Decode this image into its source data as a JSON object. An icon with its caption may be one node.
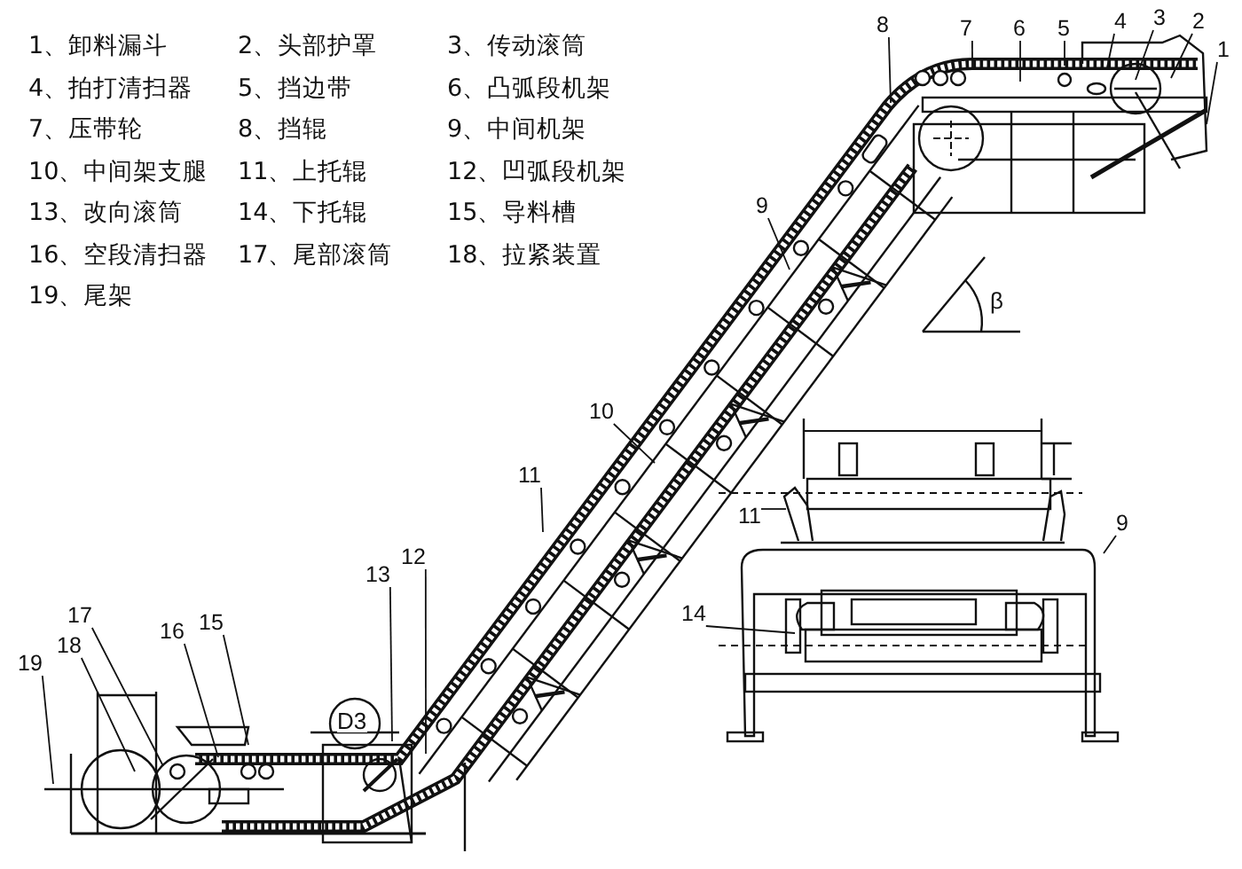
{
  "diagram": {
    "nodes": [
      {
        "text": [
          "8"
        ]
      },
      {
        "text": [
          "7"
        ]
      },
      {
        "text": [
          "6"
        ]
      },
      {
        "text": [
          "5"
        ]
      },
      {
        "text": [
          "4"
        ]
      },
      {
        "text": [
          "3"
        ]
      },
      {
        "text": [
          "2"
        ]
      },
      {
        "text": [
          "1"
        ]
      },
      {
        "text": [
          "9"
        ]
      },
      {
        "text": [
          "10"
        ]
      },
      {
        "text": [
          "11"
        ]
      },
      {
        "text": [
          "11"
        ]
      },
      {
        "text": [
          "9"
        ]
      },
      {
        "text": [
          "12"
        ]
      },
      {
        "text": [
          "13"
        ]
      },
      {
        "text": [
          "14"
        ]
      },
      {
        "text": [
          "17"
        ]
      },
      {
        "text": [
          "15"
        ]
      },
      {
        "text": [
          "16"
        ]
      },
      {
        "text": [
          "18"
        ]
      },
      {
        "text": [
          "19"
        ]
      }
    ],
    "edges": [
      {
        "from": 0,
        "to": null,
        "arrow": "none"
      },
      {
        "from": 1,
        "to": null,
        "arrow": "none"
      },
      {
        "from": 2,
        "to": null,
        "arrow": "none"
      },
      {
        "from": 3,
        "to": null,
        "arrow": "none"
      },
      {
        "from": 4,
        "to": null,
        "arrow": "none"
      },
      {
        "from": 5,
        "to": null,
        "arrow": "none"
      },
      {
        "from": 6,
        "to": null,
        "arrow": "none"
      },
      {
        "from": 7,
        "to": null,
        "arrow": "none"
      },
      {
        "from": 8,
        "to": null,
        "arrow": "none"
      },
      {
        "from": 9,
        "to": null,
        "arrow": "none"
      },
      {
        "from": 10,
        "to": null,
        "arrow": "none"
      },
      {
        "from": 11,
        "to": null,
        "arrow": "none"
      },
      {
        "from": 12,
        "to": null,
        "arrow": "none"
      },
      {
        "from": 13,
        "to": null,
        "arrow": "none"
      },
      {
        "from": 14,
        "to": null,
        "arrow": "none"
      },
      {
        "from": 15,
        "to": null,
        "arrow": "none"
      },
      {
        "from": 16,
        "to": null,
        "arrow": "none"
      },
      {
        "from": 17,
        "to": null,
        "arrow": "none"
      },
      {
        "from": 18,
        "to": null,
        "arrow": "none"
      },
      {
        "from": 19,
        "to": null,
        "arrow": "none"
      },
      {
        "from": 20,
        "to": null,
        "arrow": "none"
      }
    ],
    "labels": [
      "1、卸料漏斗",
      "2、头部护罩",
      "3、传动滚筒",
      "4、拍打清扫器",
      "5、挡边带",
      "6、凸弧段机架",
      "7、压带轮",
      "8、挡辊",
      "9、中间机架",
      "10、中间架支腿",
      "11、上托辊",
      "12、凹弧段机架",
      "13、改向滚筒",
      "14、下托辊",
      "15、导料槽",
      "16、空段清扫器",
      "17、尾部滚筒",
      "18、拉紧装置",
      "19、尾架",
      "β",
      "D3"
    ]
  }
}
